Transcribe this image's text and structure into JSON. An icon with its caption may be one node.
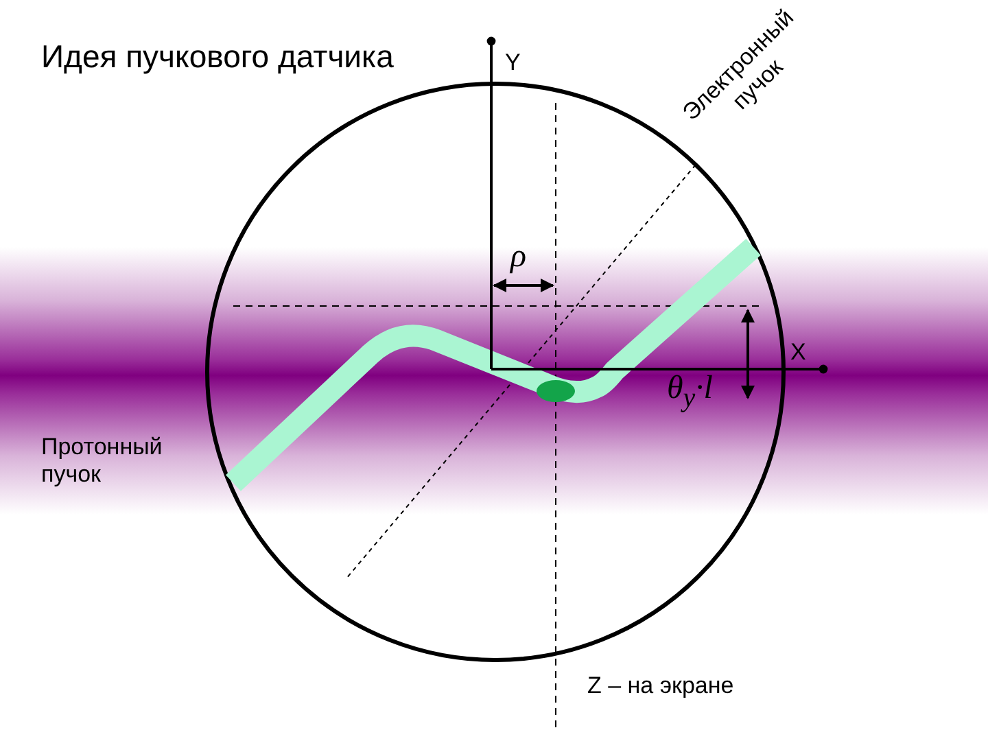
{
  "diagram": {
    "title": "Идея пучкового датчика",
    "labels": [
      "Y",
      "Электронный пучок",
      "ρ",
      "X",
      "θ$_{y}$·l",
      "Протонный пучок",
      "Z – на экране"
    ]
  }
}
